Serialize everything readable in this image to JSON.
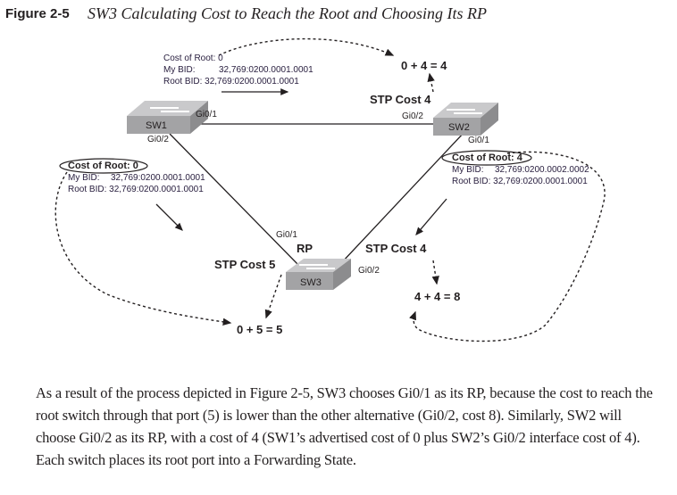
{
  "figure": {
    "number": "Figure 2-5",
    "title": "SW3 Calculating Cost to Reach the Root and Choosing Its RP"
  },
  "switches": {
    "sw1": {
      "name": "SW1",
      "port_a": "Gi0/1",
      "port_b": "Gi0/2"
    },
    "sw2": {
      "name": "SW2",
      "port_a": "Gi0/2",
      "port_b": "Gi0/1"
    },
    "sw3": {
      "name": "SW3",
      "port_a": "Gi0/1",
      "port_b": "Gi0/2"
    }
  },
  "hellos": {
    "sw1_to_sw2": {
      "cost": "Cost of Root: 0",
      "my_bid_key": "My BID:",
      "my_bid_val": "32,769:0200.0001.0001",
      "root_bid": "Root BID: 32,769:0200.0001.0001"
    },
    "sw1_to_sw3": {
      "cost": "Cost of Root: 0",
      "my_bid_key": "My BID:",
      "my_bid_val": "32,769:0200.0001.0001",
      "root_bid": "Root BID: 32,769:0200.0001.0001"
    },
    "sw2_to_sw3": {
      "cost": "Cost of Root: 4",
      "my_bid_key": "My BID:",
      "my_bid_val": "32,769:0200.0002.0002",
      "root_bid": "Root BID: 32,769:0200.0001.0001"
    }
  },
  "labels": {
    "stp_cost_sw2": "STP Cost 4",
    "stp_cost_sw3_gi01": "STP Cost 5",
    "stp_cost_sw3_gi02": "STP Cost 4",
    "rp": "RP",
    "calc_sw2": "0 + 4 = 4",
    "calc_sw3_gi01": "0 + 5 = 5",
    "calc_sw3_gi02": "4 + 4 = 8"
  },
  "paragraph": "As a result of the process depicted in Figure 2-5, SW3 chooses Gi0/1 as its RP, because the cost to reach the root switch through that port (5) is lower than the other alternative (Gi0/2, cost 8). Similarly, SW2 will choose Gi0/2 as its RP, with a cost of 4 (SW1’s advertised cost of 0 plus SW2’s Gi0/2 interface cost of 4). Each switch places its root port into a Forwarding State."
}
